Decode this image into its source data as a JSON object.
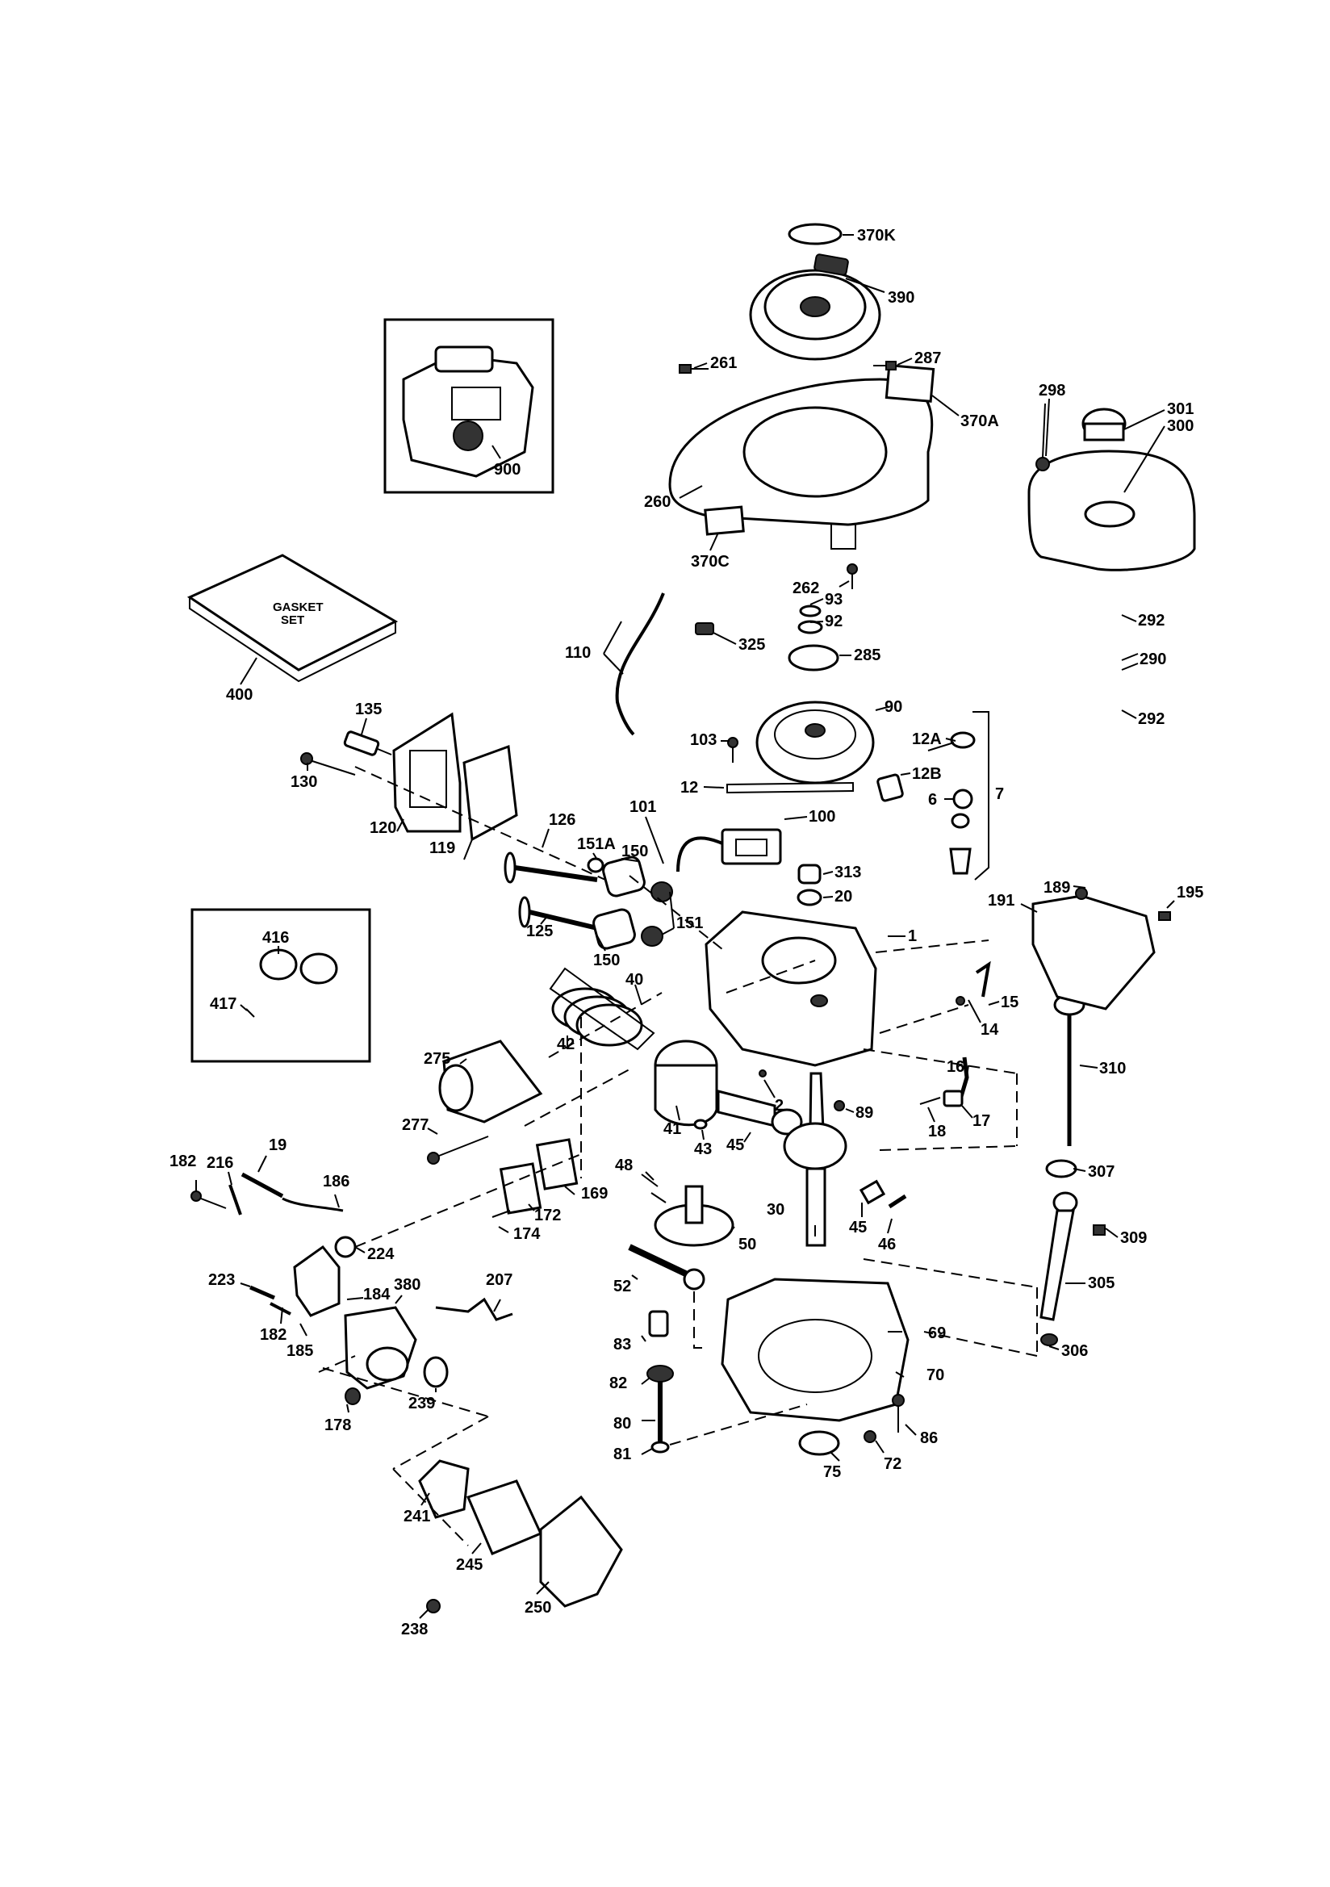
{
  "callouts": {
    "c370K": "370K",
    "c390": "390",
    "c261": "261",
    "c287": "287",
    "c370A": "370A",
    "c260": "260",
    "c370C": "370C",
    "c262": "262",
    "c900": "900",
    "c298": "298",
    "c301": "301",
    "c300": "300",
    "c400": "400",
    "c93": "93",
    "c92": "92",
    "c325": "325",
    "c285": "285",
    "c110": "110",
    "c292a": "292",
    "c290": "290",
    "c292b": "292",
    "c135": "135",
    "c90": "90",
    "c103": "103",
    "c12A": "12A",
    "c130": "130",
    "c12": "12",
    "c12B": "12B",
    "c7": "7",
    "c6": "6",
    "c101": "101",
    "c100": "100",
    "c126": "126",
    "c120": "120",
    "c119": "119",
    "c151A": "151A",
    "c150a": "150",
    "c313": "313",
    "c20": "20",
    "c189": "189",
    "c195": "195",
    "c191": "191",
    "c125": "125",
    "c151": "151",
    "c416": "416",
    "c417": "417",
    "c150b": "150",
    "c40": "40",
    "c1": "1",
    "c15": "15",
    "c42": "42",
    "c14": "14",
    "c275": "275",
    "c310": "310",
    "c16": "16",
    "c2": "2",
    "c89": "89",
    "c17": "17",
    "c18": "18",
    "c277": "277",
    "c41": "41",
    "c43": "43",
    "c45a": "45",
    "c182a": "182",
    "c216": "216",
    "c19": "19",
    "c186": "186",
    "c169": "169",
    "c48": "48",
    "c307": "307",
    "c172": "172",
    "c174": "174",
    "c30": "30",
    "c45b": "45",
    "c46": "46",
    "c224": "224",
    "c309": "309",
    "c50": "50",
    "c52": "52",
    "c207": "207",
    "c380": "380",
    "c223": "223",
    "c184": "184",
    "c305": "305",
    "c182b": "182",
    "c185": "185",
    "c83": "83",
    "c69": "69",
    "c306": "306",
    "c70": "70",
    "c82": "82",
    "c239": "239",
    "c178": "178",
    "c80": "80",
    "c86": "86",
    "c81": "81",
    "c75": "75",
    "c72": "72",
    "c241": "241",
    "c245": "245",
    "c250": "250",
    "c238": "238"
  },
  "gasket_set_label": {
    "line1": "GASKET",
    "line2": "SET"
  }
}
